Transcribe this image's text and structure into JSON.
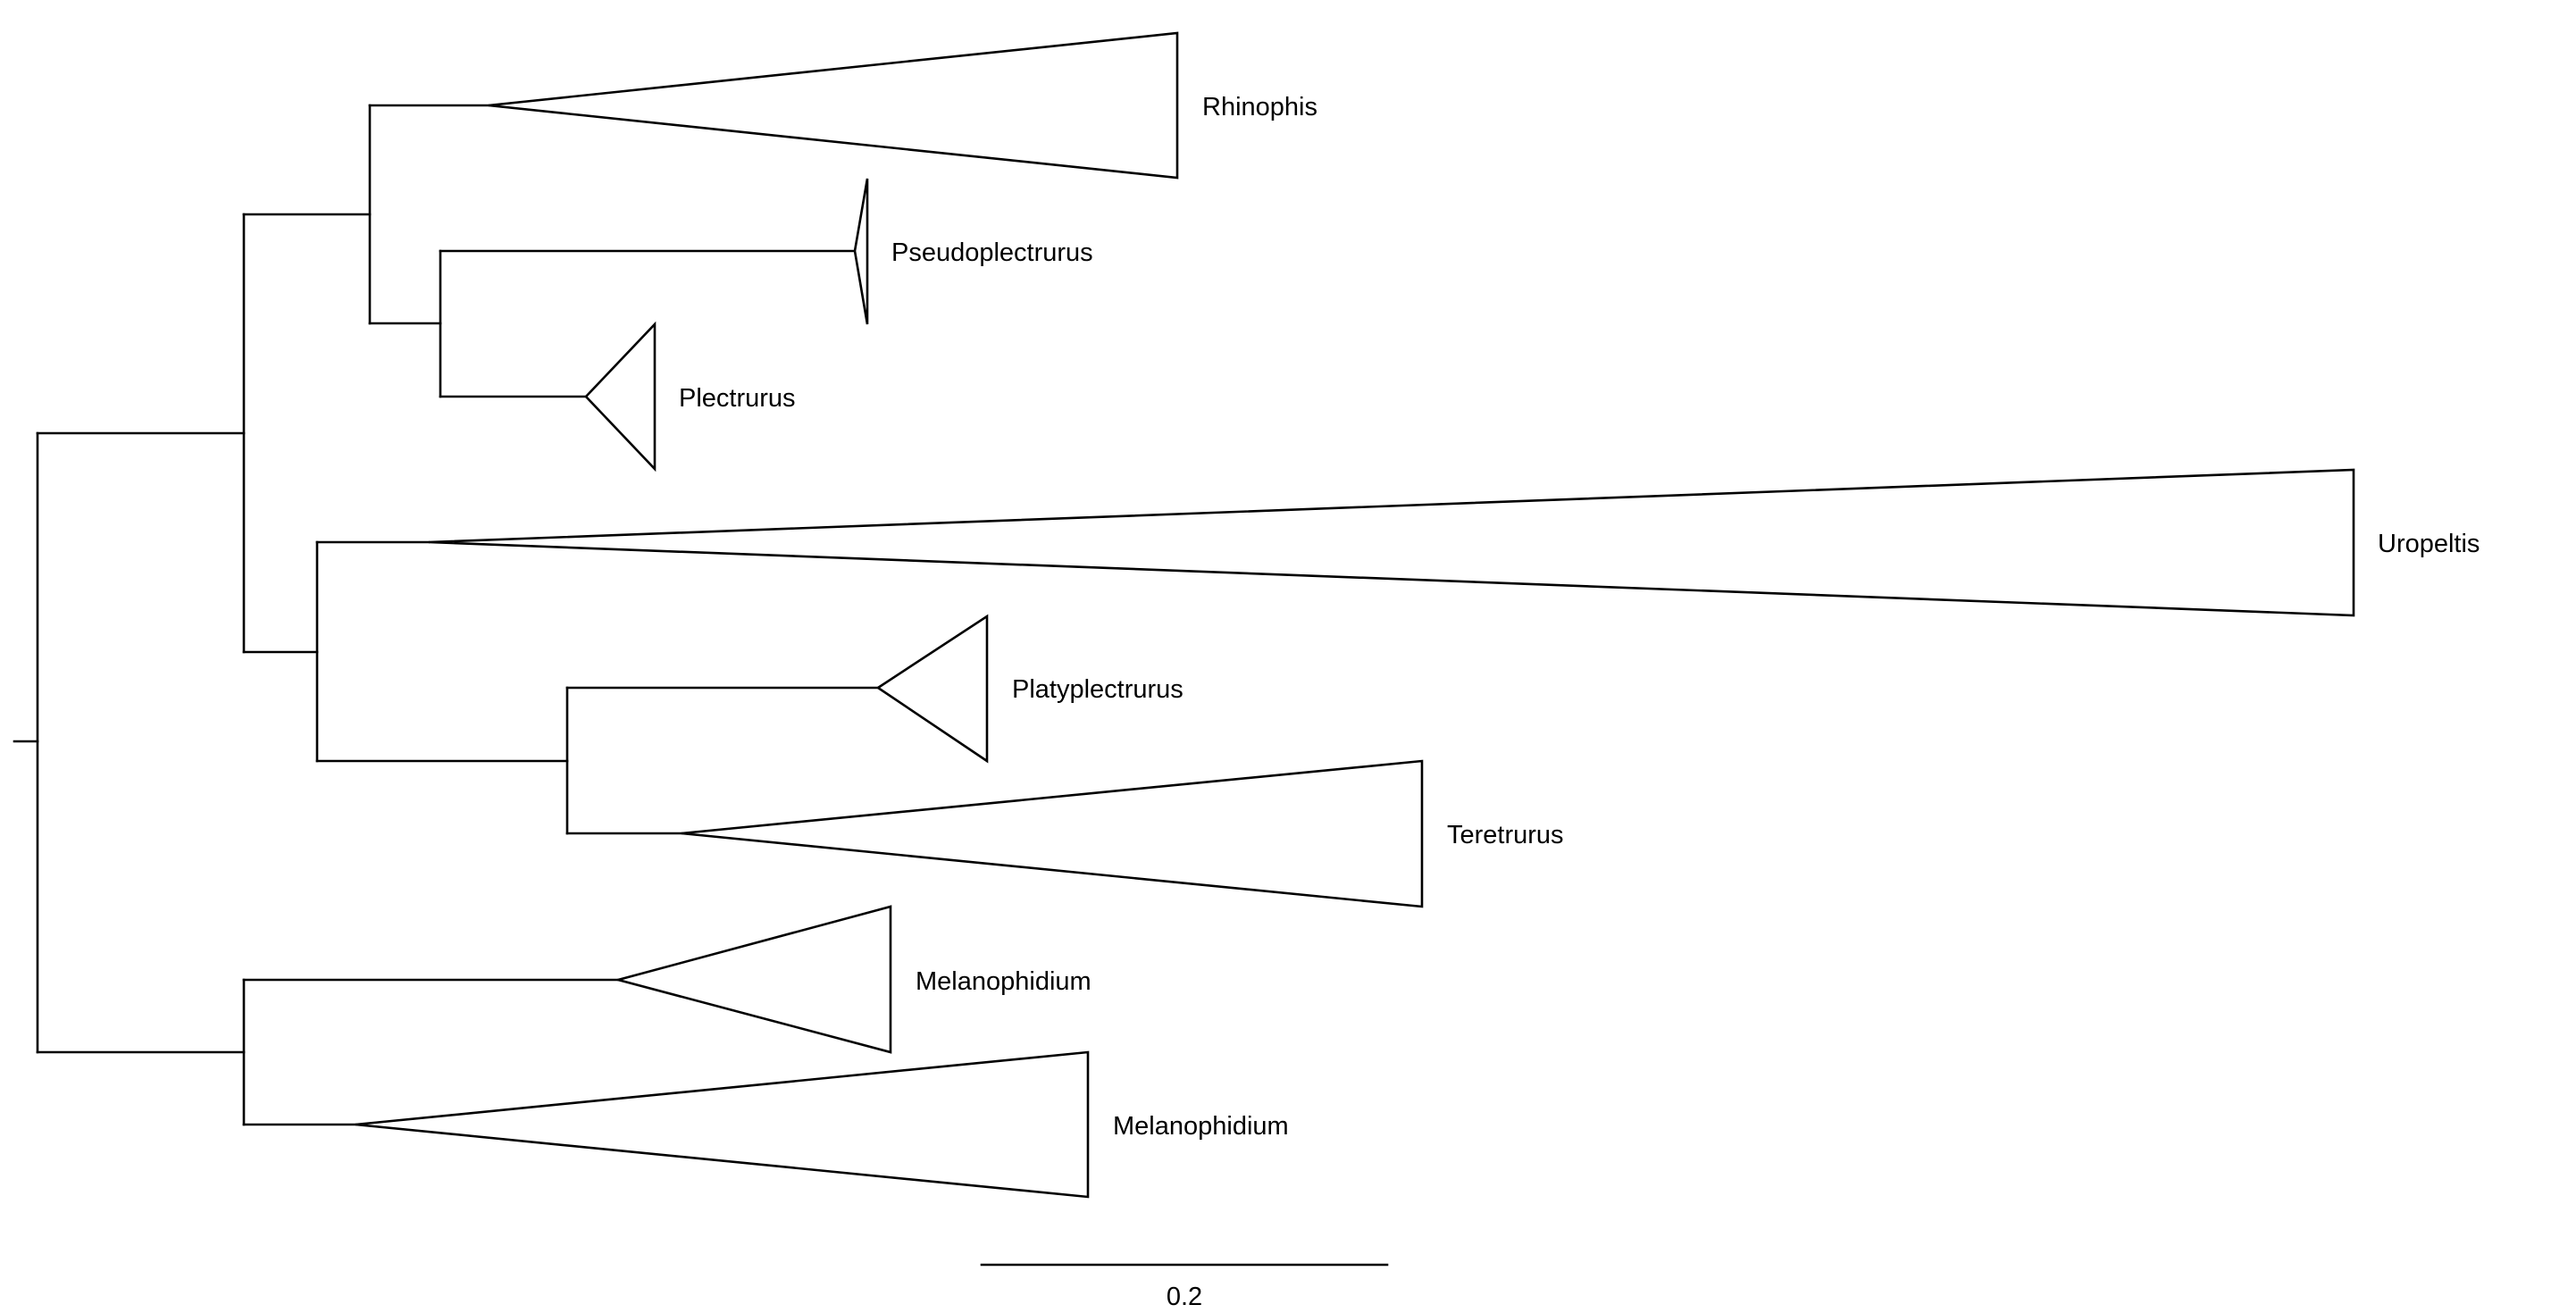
{
  "tree": {
    "clades": [
      {
        "id": "rhinophis",
        "label": "Rhinophis"
      },
      {
        "id": "pseudoplectrurus",
        "label": "Pseudoplectrurus"
      },
      {
        "id": "plectrurus",
        "label": "Plectrurus"
      },
      {
        "id": "uropeltis",
        "label": "Uropeltis"
      },
      {
        "id": "platyplectrurus",
        "label": "Platyplectrurus"
      },
      {
        "id": "teretrurus",
        "label": "Teretrurus"
      },
      {
        "id": "melanophidium-1",
        "label": "Melanophidium"
      },
      {
        "id": "melanophidium-2",
        "label": "Melanophidium"
      }
    ],
    "scale_bar": {
      "label": "0.2",
      "value": 0.2
    }
  },
  "colors": {
    "line": "#000000",
    "background": "#ffffff"
  }
}
